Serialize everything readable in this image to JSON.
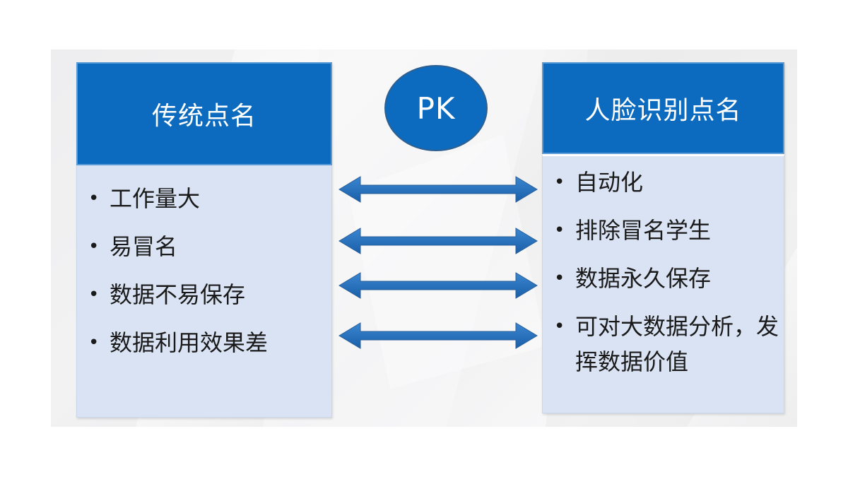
{
  "left_card": {
    "title": "传统点名",
    "items": [
      "工作量大",
      "易冒名",
      "数据不易保存",
      "数据利用效果差"
    ]
  },
  "right_card": {
    "title": "人脸识别点名",
    "items": [
      "自动化",
      "排除冒名学生",
      "数据永久保存",
      "可对大数据分析，发挥数据价值"
    ]
  },
  "badge": {
    "label": "PK"
  },
  "bullet_glyph": "•",
  "colors": {
    "header_blue": "#0d6bbf",
    "header_border": "#5b9bd5",
    "body_fill": "#dae3f3",
    "arrow_blue": "#1f6fbf",
    "text": "#1a1a1a"
  }
}
